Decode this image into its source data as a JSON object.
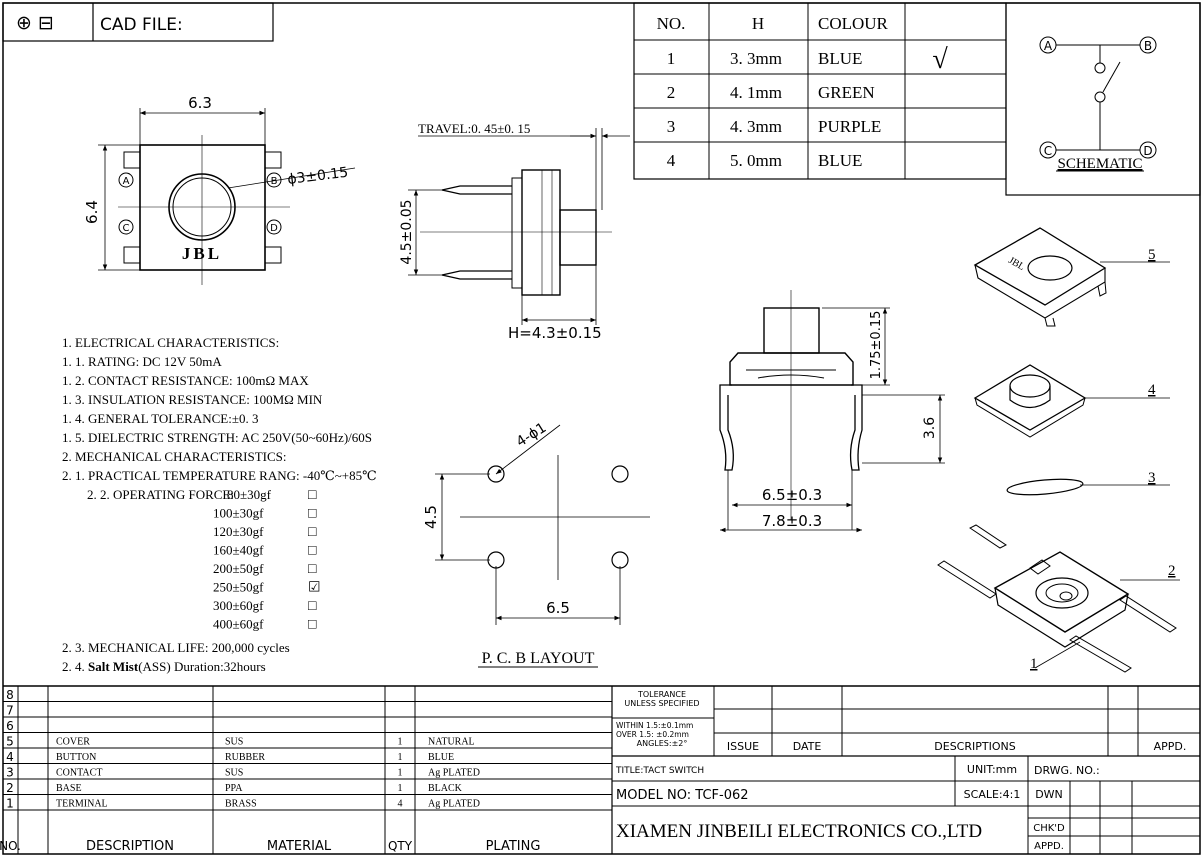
{
  "header": {
    "symbols": "⊕ ⊟",
    "cad_label": "CAD FILE:"
  },
  "spec_table": {
    "headers": [
      "NO.",
      "H",
      "COLOUR"
    ],
    "rows": [
      {
        "no": "1",
        "h": "3. 3mm",
        "colour": "BLUE",
        "mark": "√"
      },
      {
        "no": "2",
        "h": "4. 1mm",
        "colour": "GREEN",
        "mark": ""
      },
      {
        "no": "3",
        "h": "4. 3mm",
        "colour": "PURPLE",
        "mark": ""
      },
      {
        "no": "4",
        "h": "5. 0mm",
        "colour": "BLUE",
        "mark": ""
      }
    ]
  },
  "schematic": {
    "title": "SCHEMATIC",
    "pins": [
      "A",
      "B",
      "C",
      "D"
    ]
  },
  "top_view": {
    "width_dim": "6.3",
    "height_dim": "6.4",
    "hole_dim": "ϕ3±0.15",
    "brand": "JBL",
    "pins": [
      "A",
      "B",
      "C",
      "D"
    ]
  },
  "side_view": {
    "travel": "TRAVEL:0. 45±0. 15",
    "height_dim": "4.5±0.05",
    "h_dim": "H=4.3±0.15"
  },
  "pcb_layout": {
    "title": "P. C. B LAYOUT",
    "hole_label": "4-ϕ1",
    "vertical_dim": "4.5",
    "horizontal_dim": "6.5"
  },
  "front_view": {
    "top_dim": "1.75±0.15",
    "side_dim": "3.6",
    "inner_width": "6.5±0.3",
    "outer_width": "7.8±0.3"
  },
  "exploded_parts": [
    "5",
    "4",
    "3",
    "2",
    "1"
  ],
  "characteristics": [
    "1. ELECTRICAL CHARACTERISTICS:",
    "1. 1. RATING: DC 12V 50mA",
    "1. 2. CONTACT RESISTANCE: 100mΩ MAX",
    "1. 3. INSULATION RESISTANCE: 100MΩ MIN",
    "1. 4. GENERAL TOLERANCE:±0. 3",
    "1. 5. DIELECTRIC STRENGTH: AC 250V(50~60Hz)/60S",
    "2. MECHANICAL CHARACTERISTICS:",
    "2. 1. PRACTICAL TEMPERATURE RANG: -40℃~+85℃"
  ],
  "operating_force": {
    "label": "2. 2. OPERATING FORCE:",
    "options": [
      {
        "value": "80±30gf",
        "box": "□"
      },
      {
        "value": "100±30gf",
        "box": "□"
      },
      {
        "value": "120±30gf",
        "box": "□"
      },
      {
        "value": "160±40gf",
        "box": "□"
      },
      {
        "value": "200±50gf",
        "box": "□"
      },
      {
        "value": "250±50gf",
        "box": "☑"
      },
      {
        "value": "300±60gf",
        "box": "□"
      },
      {
        "value": "400±60gf",
        "box": "□"
      }
    ]
  },
  "life_lines": [
    "2. 3. MECHANICAL LIFE: 200,000 cycles"
  ],
  "salt_mist": {
    "prefix": "2. 4. ",
    "bold": "Salt Mist",
    "rest": "(ASS) Duration:32hours"
  },
  "bom": {
    "headers": [
      "NO.",
      "DESCRIPTION",
      "MATERIAL",
      "QTY",
      "PLATING"
    ],
    "rows": [
      {
        "no": "8",
        "desc": "",
        "mat": "",
        "qty": "",
        "plating": ""
      },
      {
        "no": "7",
        "desc": "",
        "mat": "",
        "qty": "",
        "plating": ""
      },
      {
        "no": "6",
        "desc": "",
        "mat": "",
        "qty": "",
        "plating": ""
      },
      {
        "no": "5",
        "desc": "COVER",
        "mat": "SUS",
        "qty": "1",
        "plating": "NATURAL"
      },
      {
        "no": "4",
        "desc": "BUTTON",
        "mat": "RUBBER",
        "qty": "1",
        "plating": "BLUE"
      },
      {
        "no": "3",
        "desc": "CONTACT",
        "mat": "SUS",
        "qty": "1",
        "plating": "Ag PLATED"
      },
      {
        "no": "2",
        "desc": "BASE",
        "mat": "PPA",
        "qty": "1",
        "plating": "BLACK"
      },
      {
        "no": "1",
        "desc": "TERMINAL",
        "mat": "BRASS",
        "qty": "4",
        "plating": "Ag PLATED"
      }
    ]
  },
  "title_block": {
    "tolerance_1": "TOLERANCE",
    "tolerance_2": "UNLESS SPECIFIED",
    "within": "WITHIN 1.5:±0.1mm",
    "over": "OVER 1.5: ±0.2mm",
    "angles": "ANGLES:±2°",
    "issue": "ISSUE",
    "date": "DATE",
    "descriptions": "DESCRIPTIONS",
    "appd": "APPD.",
    "title": "TITLE:TACT SWITCH",
    "unit": "UNIT:mm",
    "drwg": "DRWG. NO.:",
    "model": "MODEL NO: TCF-062",
    "scale": "SCALE:4:1",
    "dwn": "DWN",
    "company": "XIAMEN JINBEILI ELECTRONICS CO.,LTD",
    "chkd": "CHK'D",
    "appd2": "APPD."
  }
}
